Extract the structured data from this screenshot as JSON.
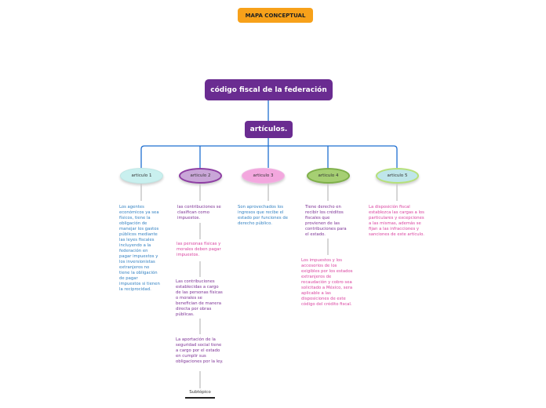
{
  "header": {
    "label": "MAPA CONCEPTUAL"
  },
  "main": {
    "title": "código fiscal de la federación",
    "subtitle": "artículos."
  },
  "branches": [
    {
      "label": "articulo 1",
      "texts": [
        "Los agentes económicos ya sea físicos, tiene la obligación de manejar los gastos públicos mediante las leyes fiscales incluyendo a la federación en pagar impuestos y los inversionistas extranjeros no tiene la obligación de pagar impuestos si tienen la reciprocidad."
      ]
    },
    {
      "label": "articulo 2",
      "texts": [
        "las contribuciones se clasifican como impuestos.",
        "las personas físicas y morales deben pagar impuestos.",
        "Las contribuciones establecidas a cargo de las personas físicas o morales se benefician de manera directa por obras públicas.",
        "La aportación de la seguridad social tiene a cargo por el estado en cumplir sus obligaciones por la ley."
      ],
      "subtopic": "Subtópico"
    },
    {
      "label": "articulo 3",
      "texts": [
        "Son aprovechados los ingresos que recibe el estado por funciones de derecho público."
      ]
    },
    {
      "label": "articulo 4",
      "texts": [
        "Tiene derecho en recibir los créditos fiscales que provienen de las contribuciones para el estado.",
        "Los impuestos y los accesorios de los exigibles por los estados extranjeros de recaudación y cobro sea solicitado a México, sera aplicable a las disposiciones de este código del crédito fiscal."
      ]
    },
    {
      "label": "articulo 5",
      "texts": [
        "La disposición fiscal establezca las cargas a los particulares y excepciones a las mismas, además se fijan a las infracciones y sanciones de este artículo."
      ]
    }
  ],
  "colors": {
    "primary": "#6a2c91",
    "accent": "#f7a11a",
    "connector": "#1f6fd1",
    "oval1": "#c9f0ef",
    "oval2": "#c9a6d8",
    "oval3": "#f3a7de",
    "oval4": "#a6cf73",
    "oval5": "#bfe6ea"
  }
}
